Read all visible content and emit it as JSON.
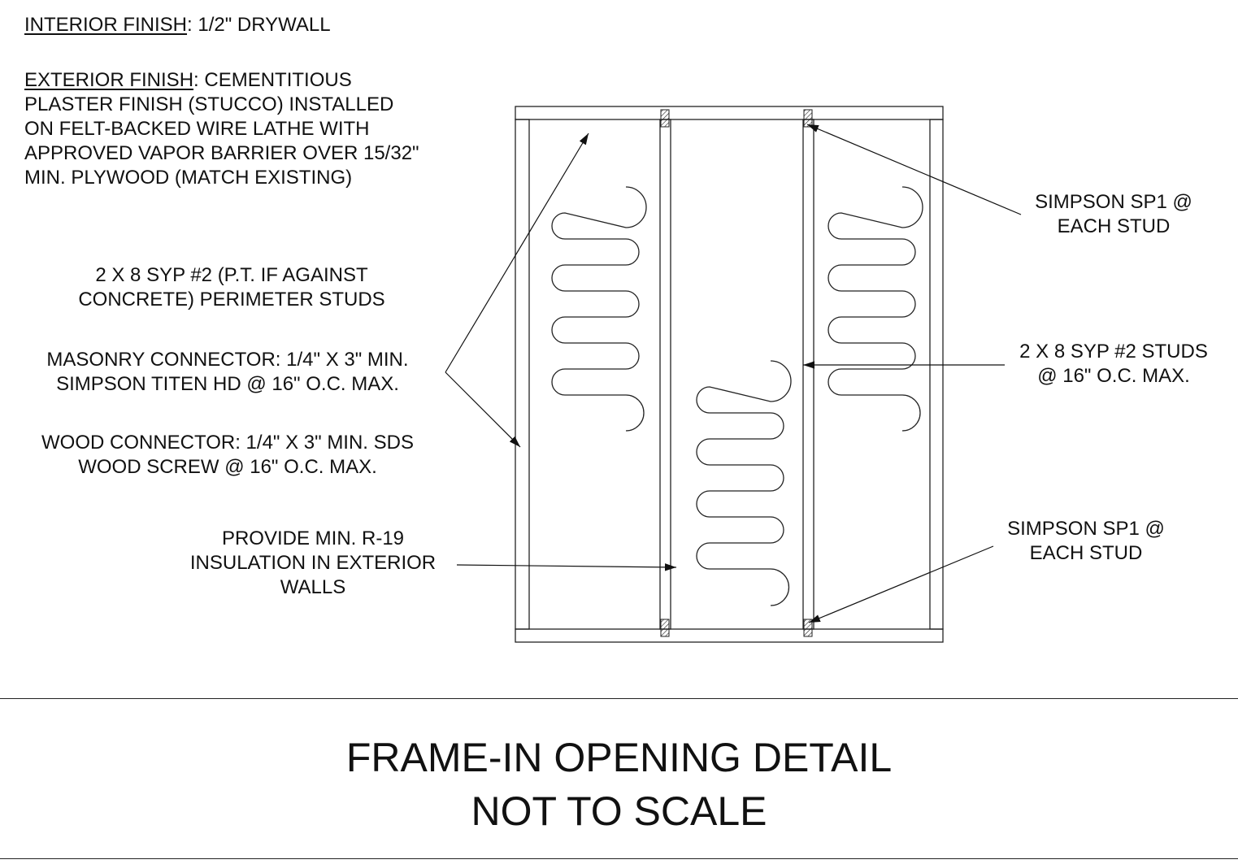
{
  "notes": {
    "interior_label": "INTERIOR FINISH",
    "interior_value": ": 1/2\" DRYWALL",
    "exterior_label": "EXTERIOR FINISH",
    "exterior_value": ": CEMENTITIOUS\nPLASTER FINISH (STUCCO) INSTALLED\nON FELT-BACKED WIRE LATHE WITH\nAPPROVED VAPOR BARRIER OVER 15/32\"\nMIN. PLYWOOD (MATCH EXISTING)",
    "perimeter_studs": "2 X 8 SYP #2 (P.T. IF AGAINST\nCONCRETE) PERIMETER STUDS",
    "masonry_connector": "MASONRY CONNECTOR: 1/4\" X 3\" MIN.\nSIMPSON TITEN HD @ 16\" O.C. MAX.",
    "wood_connector": "WOOD CONNECTOR: 1/4\" X 3\" MIN. SDS\nWOOD SCREW @ 16\" O.C. MAX.",
    "insulation": "PROVIDE MIN. R-19\nINSULATION IN EXTERIOR\nWALLS",
    "simpson_top": "SIMPSON SP1 @\nEACH STUD",
    "studs": "2 X 8 SYP #2 STUDS\n@ 16\" O.C. MAX.",
    "simpson_bottom": "SIMPSON SP1 @\nEACH STUD"
  },
  "title": {
    "line1": "FRAME-IN OPENING DETAIL",
    "line2": "NOT TO SCALE"
  }
}
